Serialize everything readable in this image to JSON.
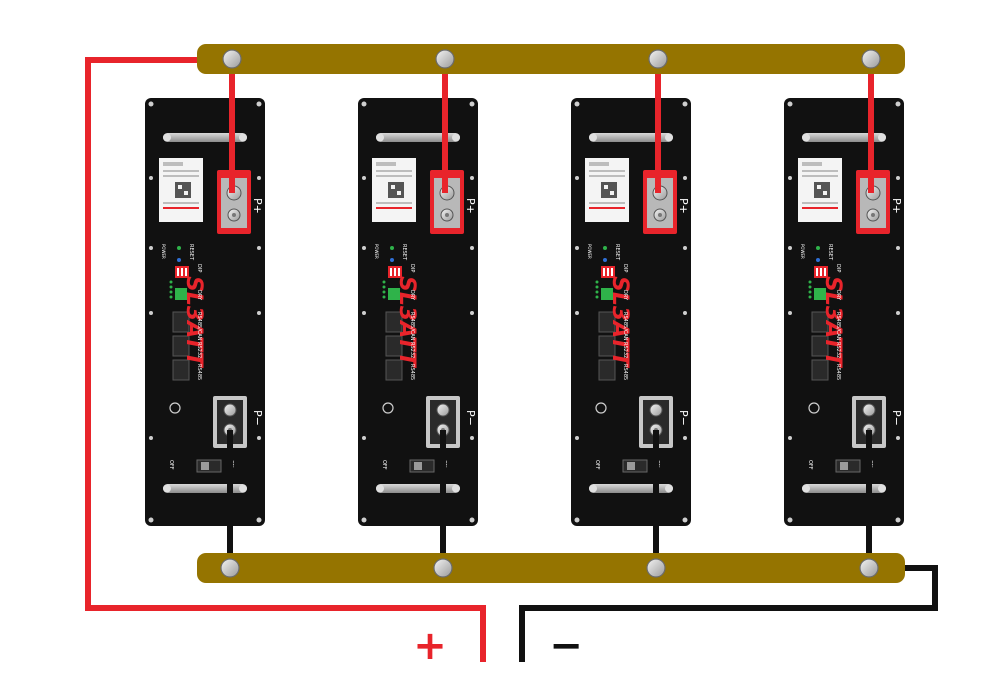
{
  "diagram": {
    "batteries": [
      {
        "brand": "SL3ATT",
        "positive_label": "P+",
        "negative_label": "P−"
      },
      {
        "brand": "SL3ATT",
        "positive_label": "P+",
        "negative_label": "P−"
      },
      {
        "brand": "SL3ATT",
        "positive_label": "P+",
        "negative_label": "P−"
      },
      {
        "brand": "SL3ATT",
        "positive_label": "P+",
        "negative_label": "P−"
      }
    ],
    "port_labels": {
      "dry": "DRY",
      "rs485_can": "RS485/CAN",
      "rs232": "RS232",
      "rs485": "RS485",
      "reset": "RESET",
      "dip": "DIP",
      "power": "POWER",
      "off": "OFF",
      "on": "ON"
    },
    "terminals": {
      "positive_sign": "+",
      "negative_sign": "−"
    },
    "colors": {
      "busbar": "#957400",
      "positive_cable": "#e8242b",
      "negative_cable": "#111111",
      "battery_body": "#111111",
      "brand_red": "#e8242b"
    }
  }
}
